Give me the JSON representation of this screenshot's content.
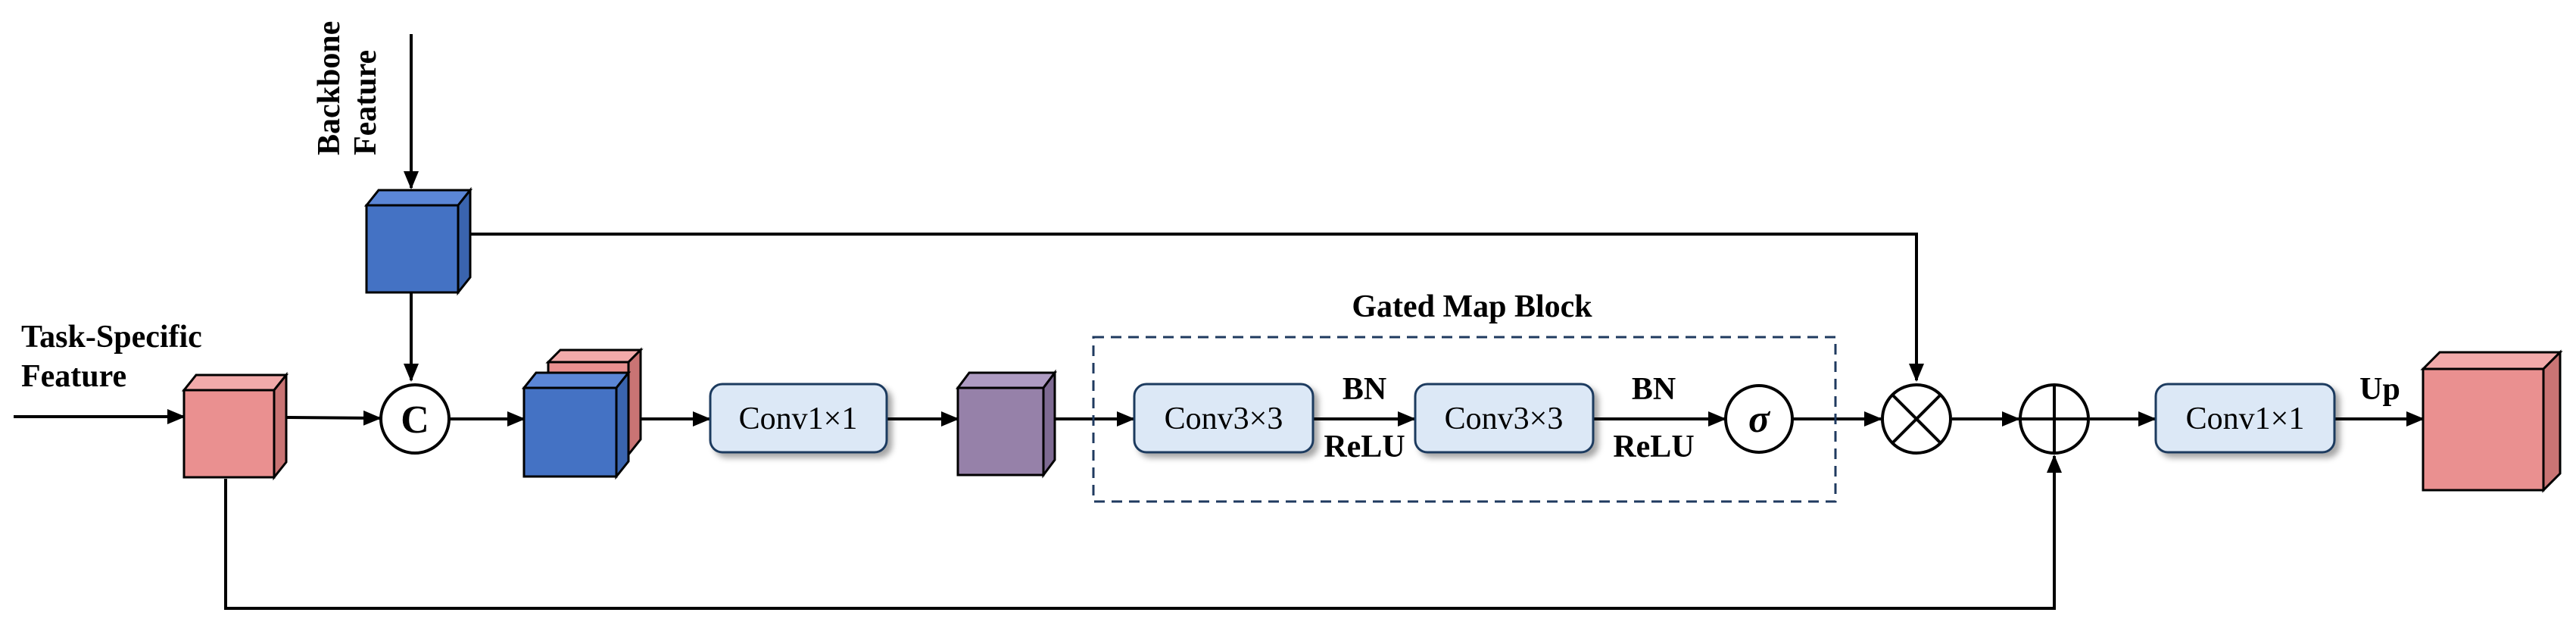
{
  "labels": {
    "backbone_line1": "Backbone",
    "backbone_line2": "Feature",
    "task_line1": "Task-Specific",
    "task_line2": "Feature",
    "gated_block_title": "Gated Map Block",
    "bn_1": "BN",
    "relu_1": "ReLU",
    "bn_2": "BN",
    "relu_2": "ReLU",
    "up": "Up"
  },
  "boxes": {
    "conv1_first": "Conv1×1",
    "conv3_first": "Conv3×3",
    "conv3_second": "Conv3×3",
    "conv1_last": "Conv1×1"
  },
  "operators": {
    "concat": "C",
    "sigmoid": "σ"
  },
  "colors": {
    "blue_face": "#4472C4",
    "blue_side": "#3A64AE",
    "blue_top": "#5B86D6",
    "red_face": "#EA9090",
    "red_side": "#C97474",
    "red_top": "#F2AAAA",
    "purple_face": "#9681A9",
    "purple_side": "#7E6A92",
    "purple_top": "#AE9BC2",
    "box_fill": "#DCE8F6",
    "box_border": "#1F3A5F"
  },
  "icons": {
    "multiply": "circled-times-icon",
    "add": "circled-plus-icon"
  }
}
